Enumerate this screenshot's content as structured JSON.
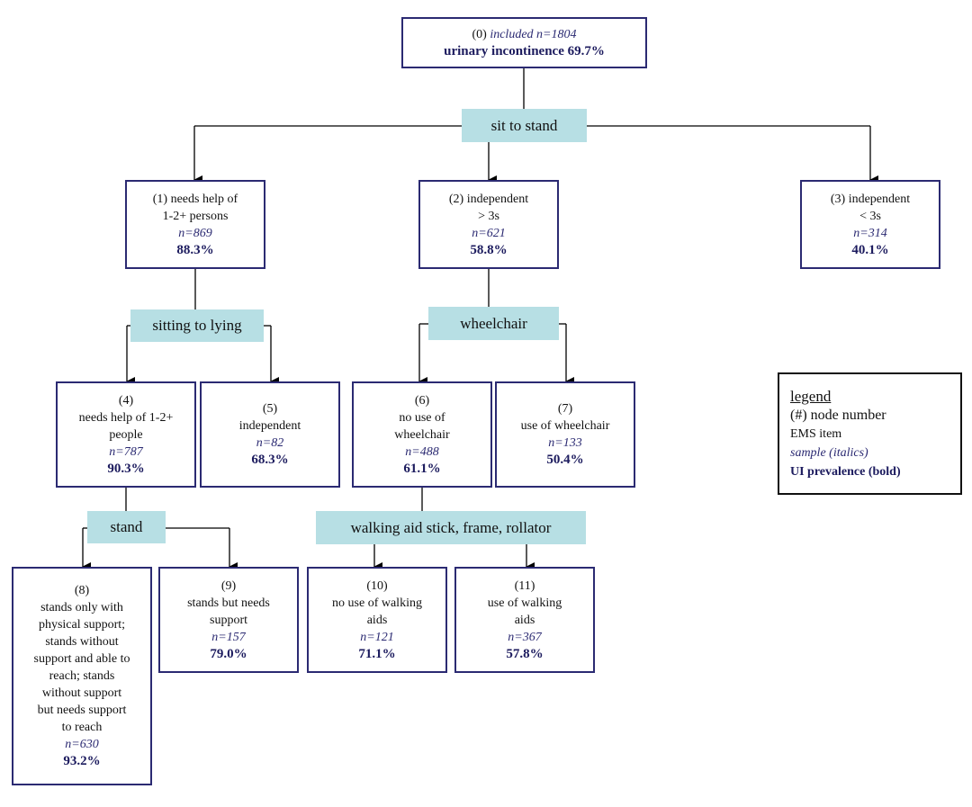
{
  "colors": {
    "node_border": "#2b2a72",
    "item_fill": "#b7dfe4",
    "line": "#000000"
  },
  "nodes": {
    "n0": {
      "num": "(0)",
      "label": "included",
      "n": "n=1804",
      "pct": "urinary incontinence 69.7%"
    },
    "n1": {
      "num": "(1)",
      "label1": "needs help of",
      "label2": "1-2+ persons",
      "n": "n=869",
      "pct": "88.3%"
    },
    "n2": {
      "num": "(2)",
      "label1": "independent",
      "label2": "> 3s",
      "n": "n=621",
      "pct": "58.8%"
    },
    "n3": {
      "num": "(3)",
      "label1": "independent",
      "label2": "< 3s",
      "n": "n=314",
      "pct": "40.1%"
    },
    "n4": {
      "num": "(4)",
      "label1": "needs help of 1-2+",
      "label2": "people",
      "n": "n=787",
      "pct": "90.3%"
    },
    "n5": {
      "num": "(5)",
      "label1": "independent",
      "n": "n=82",
      "pct": "68.3%"
    },
    "n6": {
      "num": "(6)",
      "label1": "no use of",
      "label2": "wheelchair",
      "n": "n=488",
      "pct": "61.1%"
    },
    "n7": {
      "num": "(7)",
      "label1": "use of wheelchair",
      "n": "n=133",
      "pct": "50.4%"
    },
    "n8": {
      "num": "(8)",
      "lines": [
        "stands only with",
        "physical support;",
        "stands without",
        "support and able to",
        "reach; stands",
        "without support",
        "but needs support",
        "to reach"
      ],
      "n": "n=630",
      "pct": "93.2%"
    },
    "n9": {
      "num": "(9)",
      "label1": "stands but needs",
      "label2": "support",
      "n": "n=157",
      "pct": "79.0%"
    },
    "n10": {
      "num": "(10)",
      "label1": "no use of walking",
      "label2": "aids",
      "n": "n=121",
      "pct": "71.1%"
    },
    "n11": {
      "num": "(11)",
      "label1": "use of walking",
      "label2": "aids",
      "n": "n=367",
      "pct": "57.8%"
    }
  },
  "items": {
    "sit_to_stand": "sit to stand",
    "sitting_to_lying": "sitting  to lying",
    "wheelchair": "wheelchair",
    "stand": "stand",
    "walking_aid": "walking  aid stick,  frame,  rollator"
  },
  "legend": {
    "title": "legend",
    "node_number": "(#) node number",
    "ems_item": "EMS item",
    "sample": "sample (italics)",
    "prevalence": "UI prevalence  (bold)"
  }
}
